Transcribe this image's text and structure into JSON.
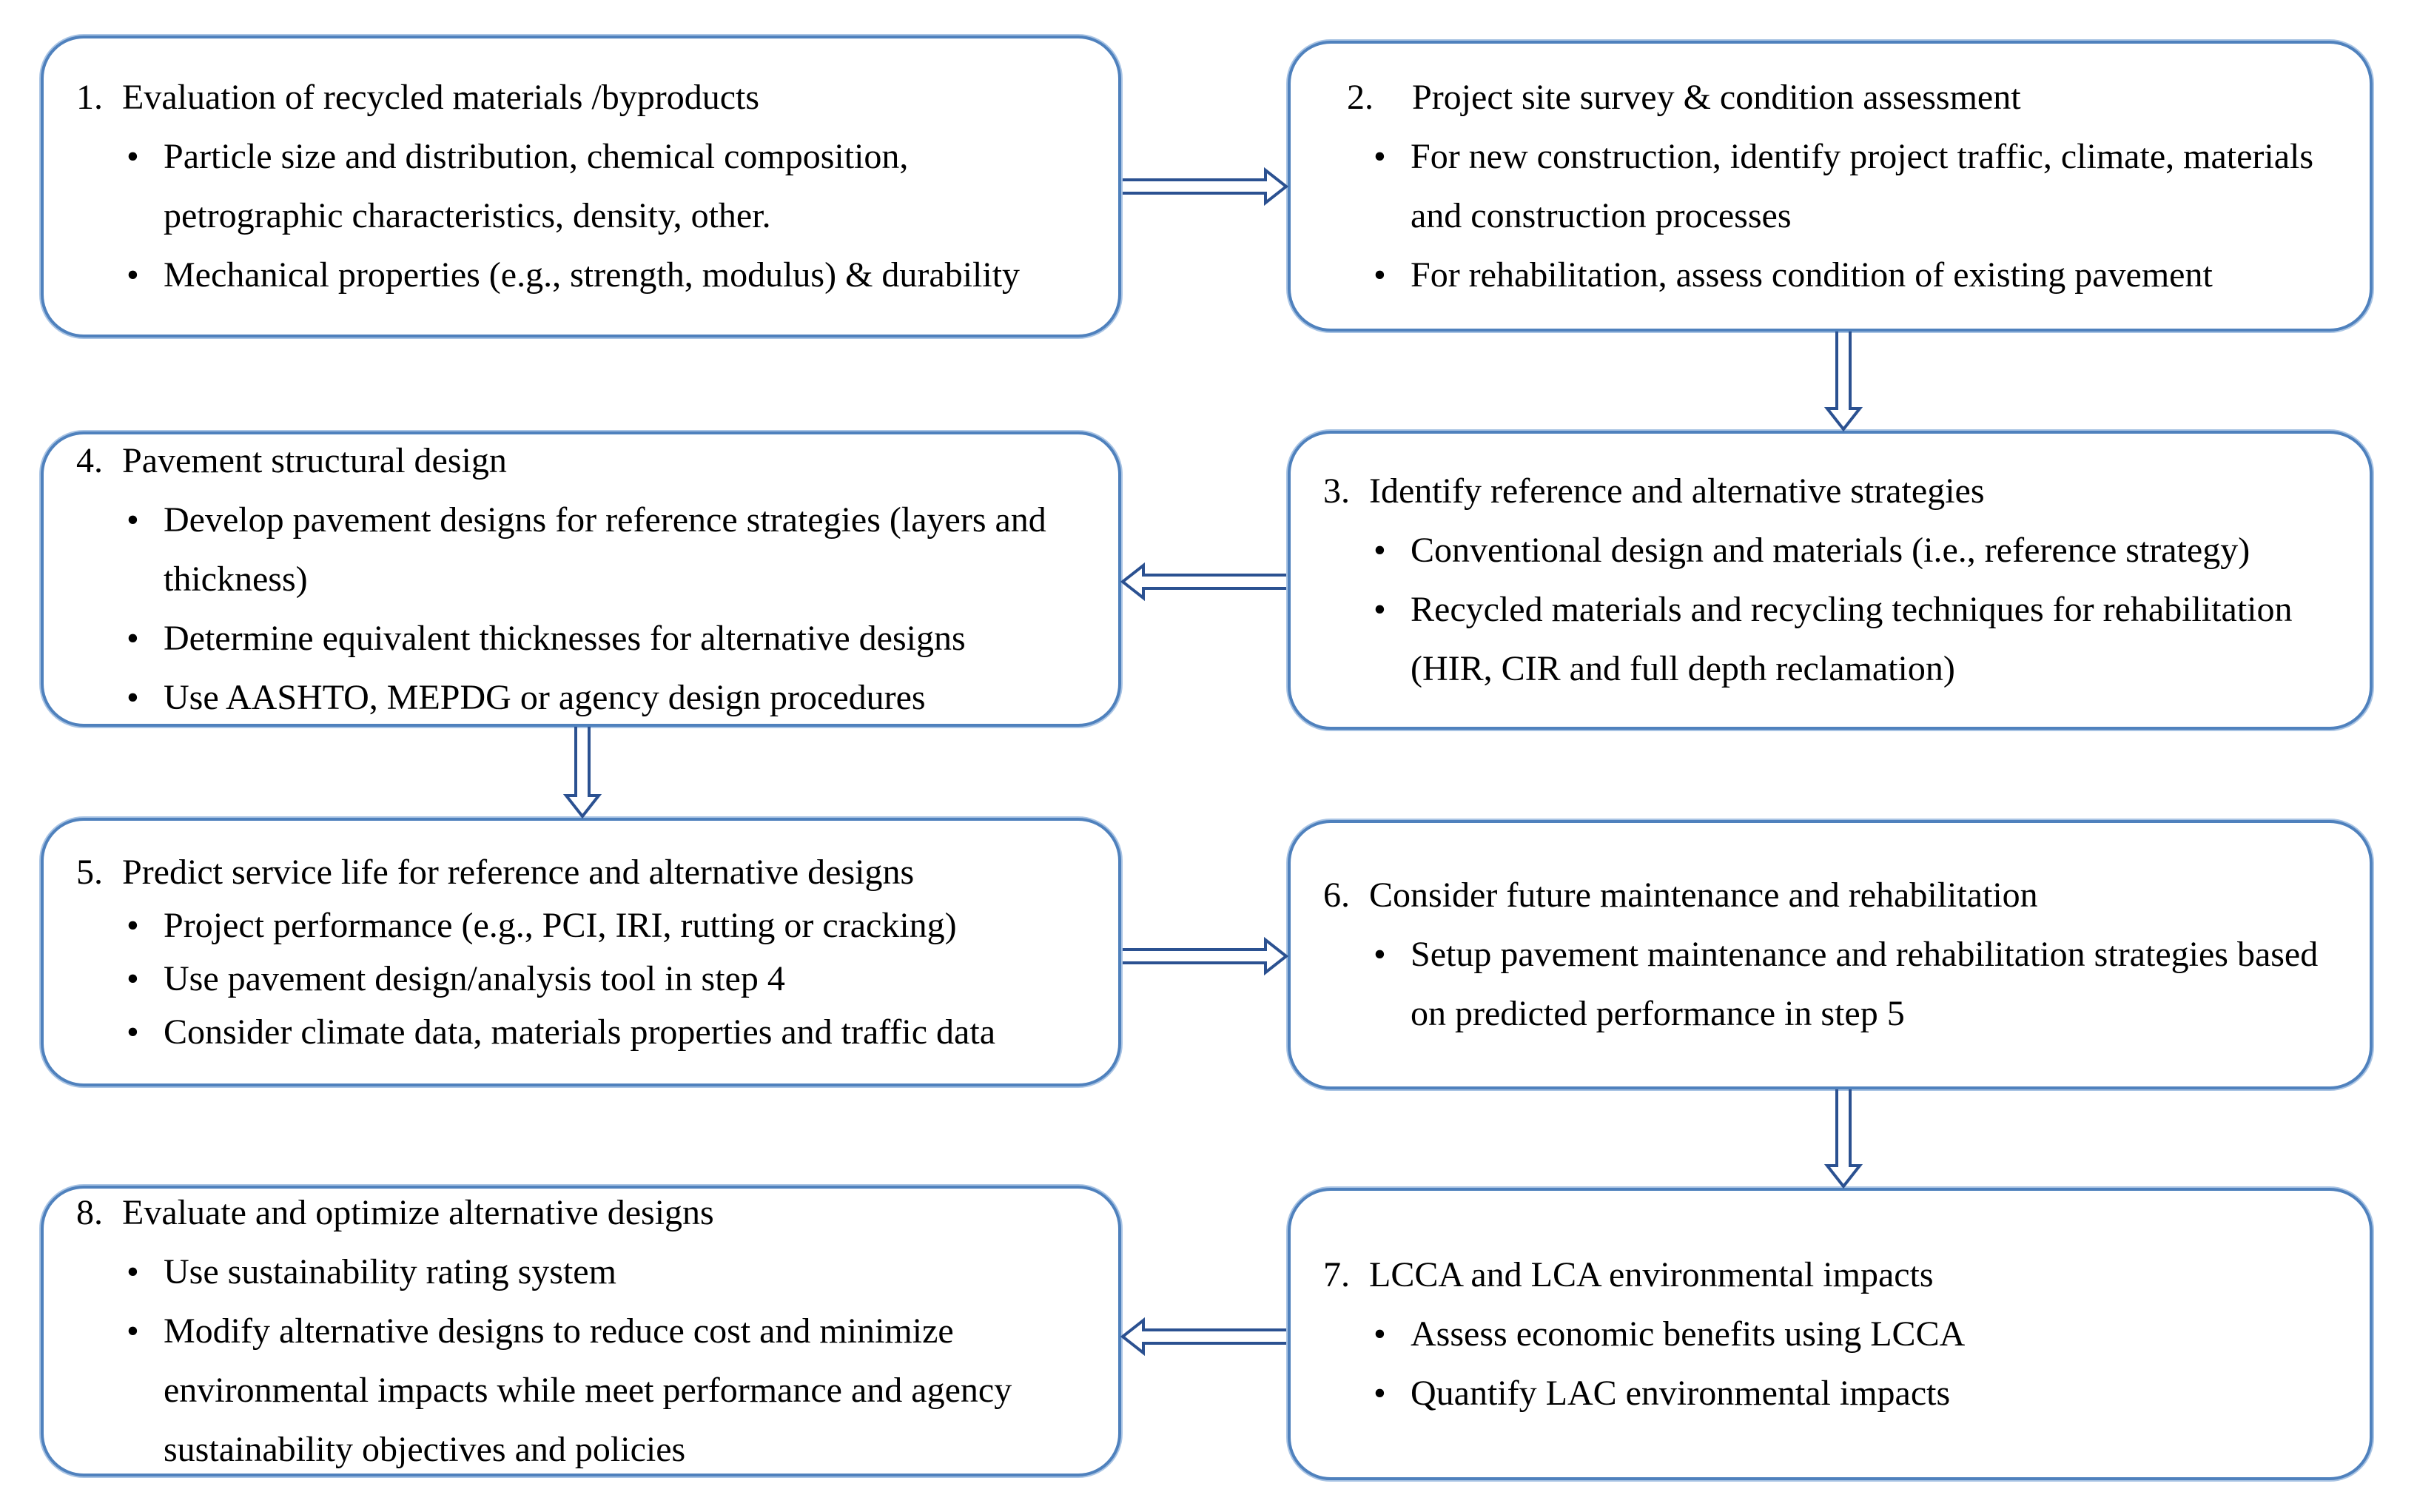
{
  "diagram": {
    "type": "flowchart",
    "description": "Eight-step pavement sustainability evaluation process flowchart",
    "colors": {
      "box_border": "#4f81bd",
      "box_border_highlight": "#a9c4e4",
      "arrow": "#2b5191",
      "text": "#000000",
      "background": "#ffffff"
    },
    "boxes": [
      {
        "number": "1.",
        "title": "Evaluation of recycled materials /byproducts",
        "bullets": [
          "Particle size and distribution, chemical composition, petrographic characteristics, density, other.",
          "Mechanical properties (e.g., strength, modulus) & durability"
        ]
      },
      {
        "number": "2.",
        "title": "Project site survey & condition assessment",
        "bullets": [
          "For new construction, identify project traffic, climate, materials and construction processes",
          "For rehabilitation, assess condition of existing pavement"
        ]
      },
      {
        "number": "3.",
        "title": "Identify reference and alternative strategies",
        "bullets": [
          "Conventional design and materials (i.e., reference strategy)",
          "Recycled materials and recycling techniques for rehabilitation (HIR, CIR and full depth reclamation)"
        ]
      },
      {
        "number": "4.",
        "title": "Pavement structural design",
        "bullets": [
          "Develop pavement designs for reference strategies (layers and thickness)",
          "Determine equivalent thicknesses for alternative designs",
          "Use AASHTO, MEPDG or agency design procedures"
        ]
      },
      {
        "number": "5.",
        "title": "Predict service life for reference and alternative designs",
        "bullets": [
          "Project performance (e.g., PCI, IRI, rutting or cracking)",
          "Use pavement design/analysis tool in step 4",
          "Consider climate data, materials properties and traffic data"
        ]
      },
      {
        "number": "6.",
        "title": "Consider future maintenance and rehabilitation",
        "bullets": [
          "Setup pavement maintenance and rehabilitation strategies based on predicted performance in step 5"
        ]
      },
      {
        "number": "7.",
        "title": "LCCA and LCA environmental impacts",
        "bullets": [
          "Assess economic benefits using LCCA",
          "Quantify LAC environmental impacts"
        ]
      },
      {
        "number": "8.",
        "title": "Evaluate and optimize alternative designs",
        "bullets": [
          "Use sustainability rating system",
          "Modify alternative designs to reduce cost and minimize environmental impacts while meet performance and agency sustainability objectives and policies"
        ]
      }
    ],
    "arrows": [
      {
        "from": 1,
        "to": 2,
        "direction": "right"
      },
      {
        "from": 2,
        "to": 3,
        "direction": "down"
      },
      {
        "from": 3,
        "to": 4,
        "direction": "left"
      },
      {
        "from": 4,
        "to": 5,
        "direction": "down"
      },
      {
        "from": 5,
        "to": 6,
        "direction": "right"
      },
      {
        "from": 6,
        "to": 7,
        "direction": "down"
      },
      {
        "from": 7,
        "to": 8,
        "direction": "left"
      }
    ]
  }
}
